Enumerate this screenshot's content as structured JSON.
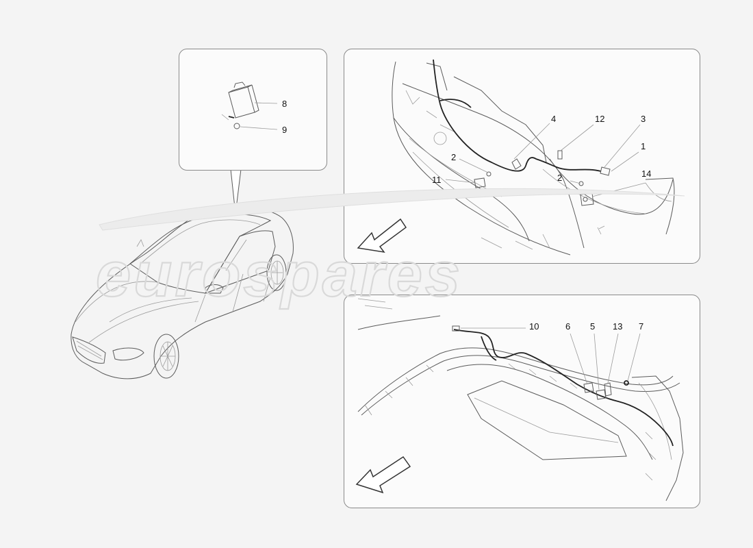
{
  "watermark": {
    "text": "eurospares"
  },
  "callouts": {
    "c1": "1",
    "c2a": "2",
    "c2b": "2",
    "c3": "3",
    "c4": "4",
    "c5": "5",
    "c6": "6",
    "c7": "7",
    "c8": "8",
    "c9": "9",
    "c10": "10",
    "c11": "11",
    "c12": "12",
    "c13": "13",
    "c14": "14"
  },
  "icons": {
    "direction_arrow": "arrow-down-left-icon"
  }
}
